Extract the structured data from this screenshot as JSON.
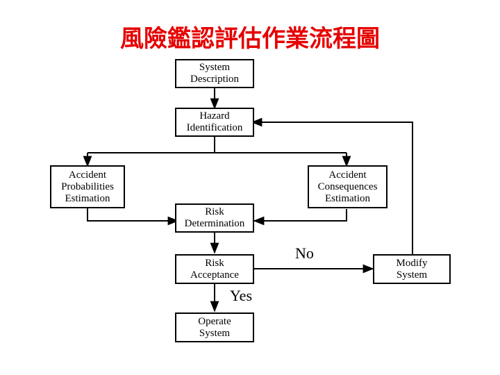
{
  "title": "風險鑑認評估作業流程圖",
  "nodes": {
    "system_description": [
      "System",
      "Description"
    ],
    "hazard_identification": [
      "Hazard",
      "Identification"
    ],
    "accident_probabilities": [
      "Accident",
      "Probabilities",
      "Estimation"
    ],
    "accident_consequences": [
      "Accident",
      "Consequences",
      "Estimation"
    ],
    "risk_determination": [
      "Risk",
      "Determination"
    ],
    "risk_acceptance": [
      "Risk",
      "Acceptance"
    ],
    "operate_system": [
      "Operate",
      "System"
    ],
    "modify_system": [
      "Modify",
      "System"
    ]
  },
  "edge_labels": {
    "no": "No",
    "yes": "Yes"
  },
  "colors": {
    "title": "#e60000",
    "lines": "#000000"
  }
}
